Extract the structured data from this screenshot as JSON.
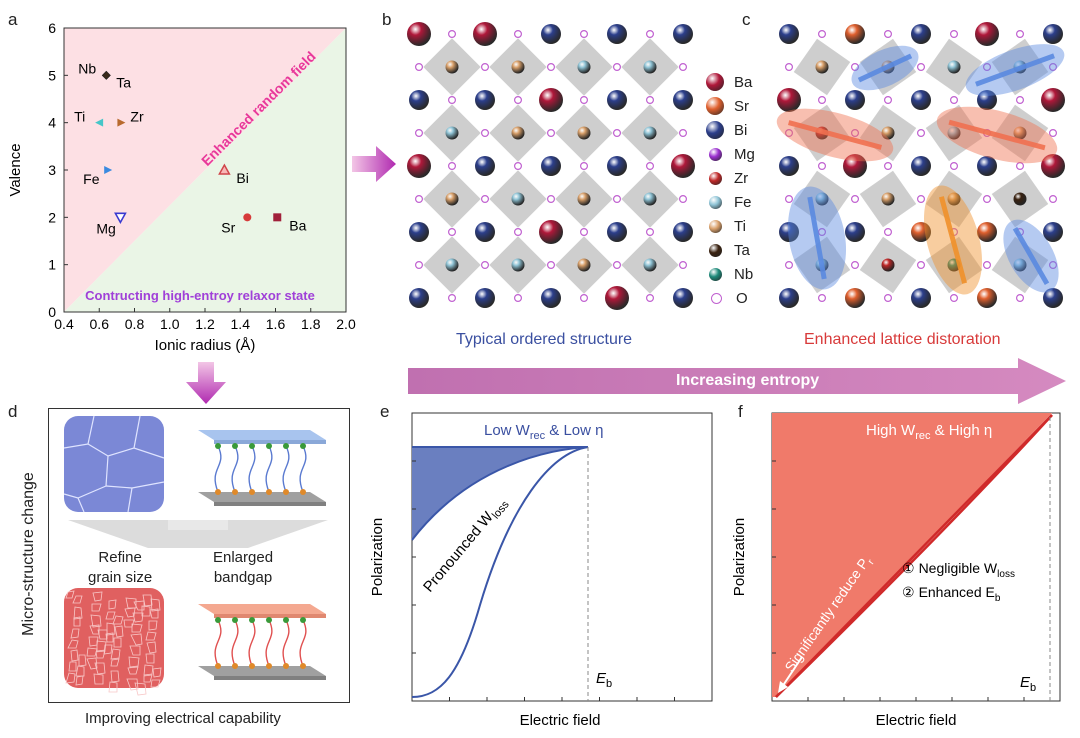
{
  "panels": {
    "a": {
      "label": "a",
      "xlabel": "Ionic radius (Å)",
      "ylabel": "Valence",
      "xticks": [
        "0.4",
        "0.6",
        "0.8",
        "1.0",
        "1.2",
        "1.4",
        "1.6",
        "1.8",
        "2.0"
      ],
      "yticks": [
        "0",
        "1",
        "2",
        "3",
        "4",
        "5",
        "6"
      ],
      "region_upper": "Enhanced random field",
      "region_lower": "Contructing high-entroy relaxor state",
      "points": [
        {
          "name": "Nb",
          "x": 0.64,
          "y": 5.0,
          "color": "#2e8b57"
        },
        {
          "name": "Ta",
          "x": 0.64,
          "y": 5.0,
          "color": "#3a2a1a"
        },
        {
          "name": "Ti",
          "x": 0.605,
          "y": 4.0,
          "color": "#45c6c8"
        },
        {
          "name": "Zr",
          "x": 0.72,
          "y": 4.0,
          "color": "#b86a2e"
        },
        {
          "name": "Fe",
          "x": 0.645,
          "y": 3.0,
          "color": "#3a8ae0"
        },
        {
          "name": "Bi",
          "x": 1.31,
          "y": 3.0,
          "color": "#d0454a"
        },
        {
          "name": "Mg",
          "x": 0.72,
          "y": 2.0,
          "color": "#3a3ad0"
        },
        {
          "name": "Sr",
          "x": 1.44,
          "y": 2.0,
          "color": "#d63a3a"
        },
        {
          "name": "Ba",
          "x": 1.61,
          "y": 2.0,
          "color": "#a0203a"
        }
      ]
    },
    "b": {
      "label": "b",
      "caption": "Typical ordered structure"
    },
    "c": {
      "label": "c",
      "caption": "Enhanced lattice distoration"
    },
    "legend": [
      {
        "name": "Ba",
        "color": "#b0183a"
      },
      {
        "name": "Sr",
        "color": "#e0602e"
      },
      {
        "name": "Bi",
        "color": "#2c3f8c"
      },
      {
        "name": "Mg",
        "color": "#9b30d0"
      },
      {
        "name": "Zr",
        "color": "#c02828"
      },
      {
        "name": "Fe",
        "color": "#8fc4d6"
      },
      {
        "name": "Ti",
        "color": "#d9a06a"
      },
      {
        "name": "Ta",
        "color": "#3a2210"
      },
      {
        "name": "Nb",
        "color": "#1e8a7a"
      },
      {
        "name": "O",
        "color": "#ffffff"
      }
    ],
    "entropy_arrow": "Increasing entropy",
    "d": {
      "label": "d",
      "ylabel": "Micro-structure change",
      "refine": "Refine\ngrain size",
      "bandgap": "Enlarged\nbandgap",
      "caption": "Improving electrical capability"
    },
    "e": {
      "label": "e",
      "title_low": "Low W",
      "sub_rec": "rec",
      "title_mid": " & Low η",
      "annotation": "Pronounced W",
      "sub_loss": "loss",
      "xlabel": "Electric field",
      "ylabel": "Polarization",
      "eb": "E",
      "eb_sub": "b"
    },
    "f": {
      "label": "f",
      "title_high": "High W",
      "sub_rec": "rec",
      "title_mid": " & High η",
      "note1_num": "①",
      "note1": "Negligible W",
      "note1_sub": "loss",
      "note2_num": "②",
      "note2": "Enhanced E",
      "note2_sub": "b",
      "diag": "Significantly reduce P",
      "diag_sub": "r",
      "xlabel": "Electric field",
      "ylabel": "Polarization",
      "eb": "E",
      "eb_sub": "b"
    }
  },
  "colors": {
    "pink_region": "#fde0e4",
    "green_region": "#eaf5e6",
    "magenta_text": "#e8389a",
    "purple_text": "#a040d8",
    "blue_text": "#3a4fa0",
    "red_text": "#d83a3a",
    "arrow": "#c86aa8",
    "loop_blue": "#3a56a8",
    "loop_fill": "#6a7fc0",
    "f_fill": "#f07a6a",
    "f_line": "#d02a2a"
  }
}
